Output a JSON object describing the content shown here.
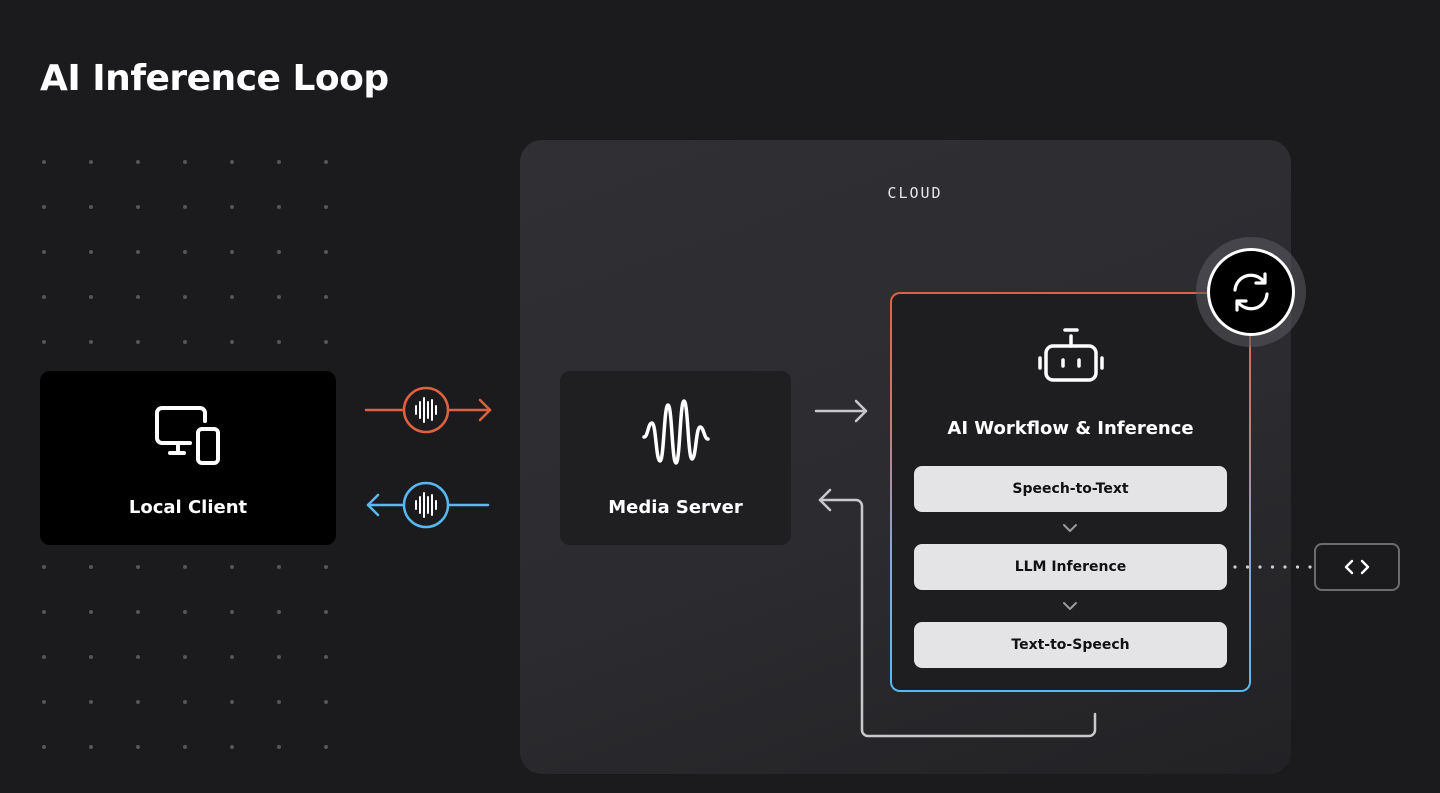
{
  "page": {
    "title": "AI Inference Loop"
  },
  "cloud": {
    "label": "CLOUD"
  },
  "nodes": {
    "local_client": {
      "label": "Local Client",
      "icon": "devices-icon"
    },
    "media_server": {
      "label": "Media Server",
      "icon": "waveform-icon"
    },
    "ai_workflow": {
      "label": "AI Workflow & Inference",
      "icon": "robot-icon",
      "steps": [
        "Speech-to-Text",
        "LLM Inference",
        "Text-to-Speech"
      ]
    }
  },
  "colors": {
    "background": "#1b1b1e",
    "outgoing_audio": "#e0613f",
    "incoming_audio": "#56b9f2",
    "step_bg": "#e4e4e6"
  }
}
